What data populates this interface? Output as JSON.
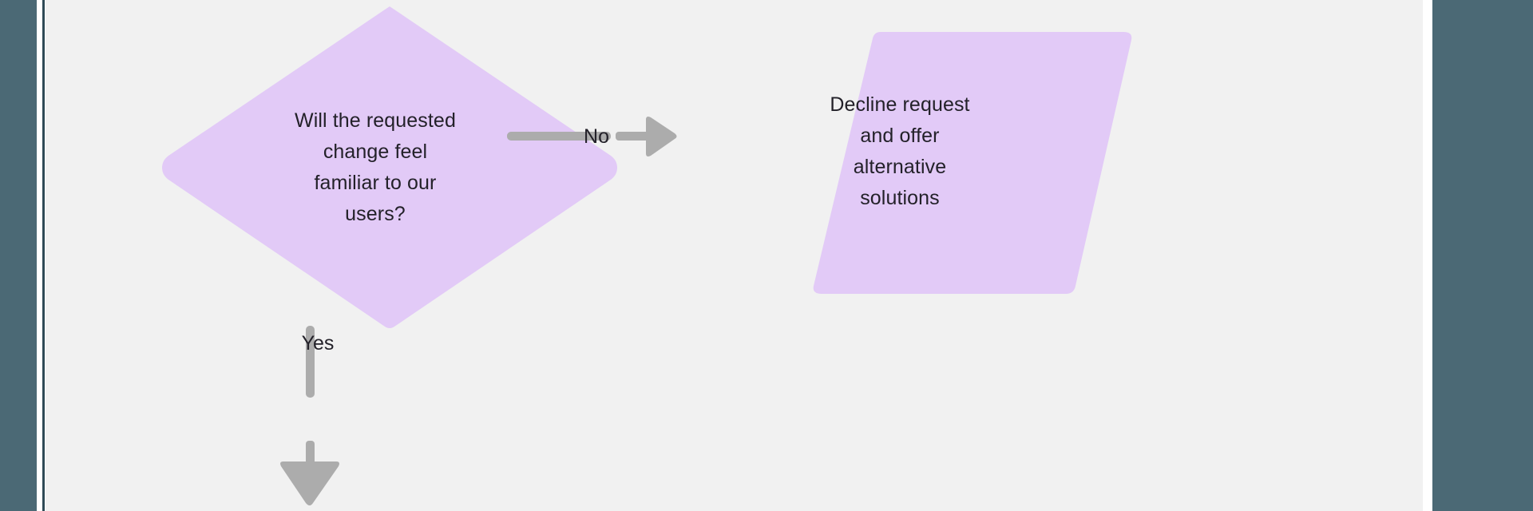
{
  "theme": {
    "canvas_bg": "#F1F1F1",
    "chrome_bg": "#4B6975",
    "chrome_rule": "#2F4A56",
    "node_fill": "#E2CAF7",
    "connector": "#ACACAC",
    "text_color": "#232129"
  },
  "diagram": {
    "type": "flowchart",
    "nodes": [
      {
        "id": "decision-familiar",
        "shape": "diamond",
        "lines": [
          "Will the requested",
          "change feel",
          "familiar to our",
          "users?"
        ]
      },
      {
        "id": "process-decline",
        "shape": "parallelogram",
        "lines": [
          "Decline request",
          "and offer",
          "alternative",
          "solutions"
        ]
      }
    ],
    "edges": [
      {
        "id": "edge-no",
        "label": "No",
        "from": "decision-familiar",
        "to": "process-decline",
        "direction": "right"
      },
      {
        "id": "edge-yes",
        "label": "Yes",
        "from": "decision-familiar",
        "to": "",
        "direction": "down"
      }
    ]
  }
}
